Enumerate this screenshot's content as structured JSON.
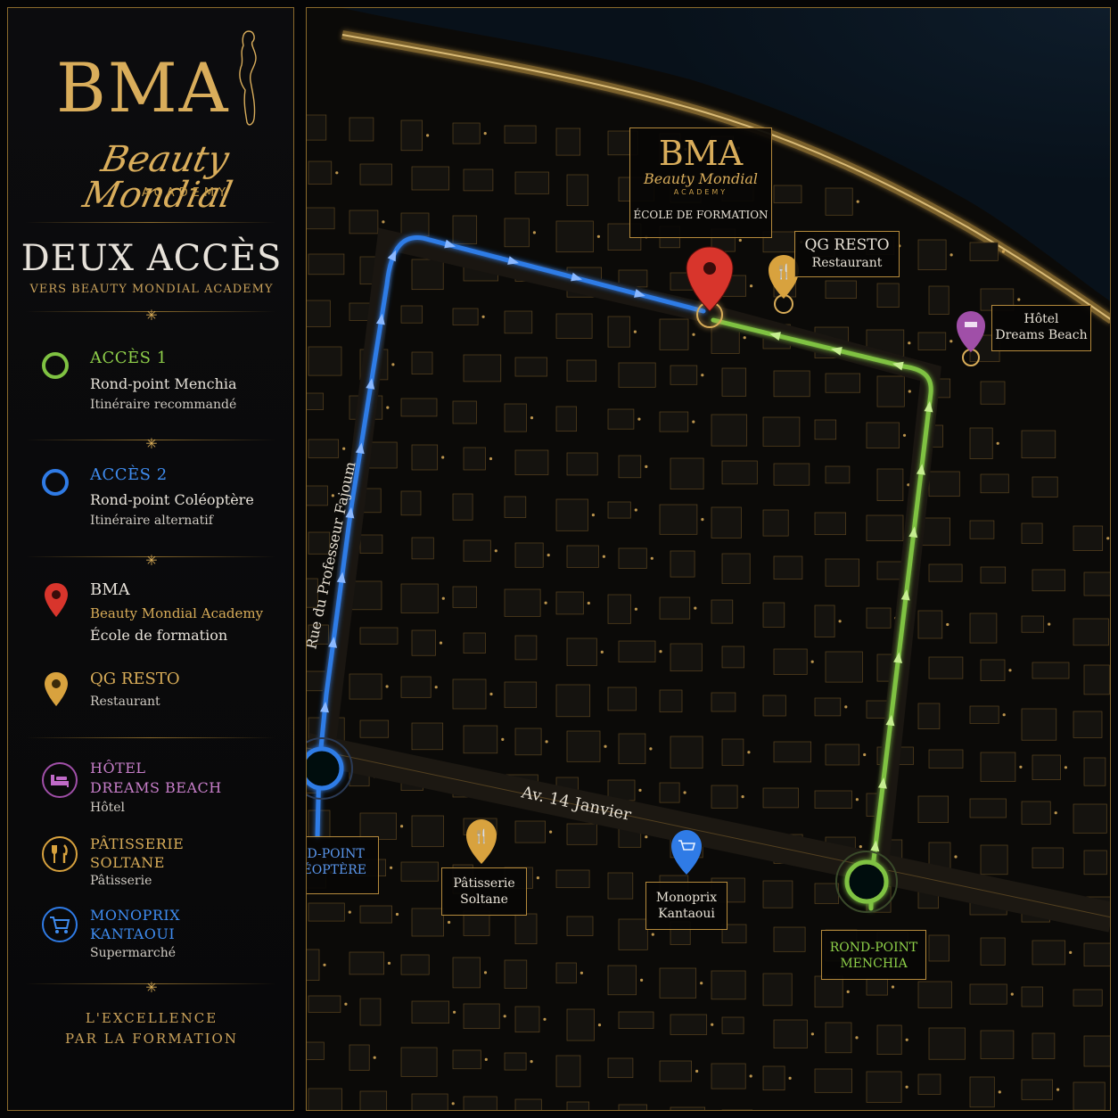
{
  "sidebar": {
    "brand": {
      "mark": "BMA",
      "script": "Beauty Mondial",
      "sub": "ACADEMY"
    },
    "heading": "DEUX ACCÈS",
    "subheading": "VERS BEAUTY MONDIAL ACADEMY",
    "legend": [
      {
        "title": "ACCÈS 1",
        "line1": "Rond-point Menchia",
        "line2": "Itinéraire recommandé",
        "color": "#7fc242"
      },
      {
        "title": "ACCÈS 2",
        "line1": "Rond-point Coléoptère",
        "line2": "Itinéraire alternatif",
        "color": "#2f7be6"
      },
      {
        "title": "BMA",
        "line1": "Beauty Mondial Academy",
        "line2": "École de formation",
        "color": "#d8352c"
      },
      {
        "title": "QG RESTO",
        "line1": "Restaurant",
        "color": "#d8a23e"
      },
      {
        "title1": "HÔTEL",
        "title2": "DREAMS BEACH",
        "line1": "Hôtel",
        "color": "#a04fa8"
      },
      {
        "title1": "PÂTISSERIE",
        "title2": "SOLTANE",
        "line1": "Pâtisserie",
        "color": "#d8a23e"
      },
      {
        "title1": "MONOPRIX",
        "title2": "KANTAOUI",
        "line1": "Supermarché",
        "color": "#2f7be6"
      }
    ],
    "footer": {
      "line1": "L'EXCELLENCE",
      "line2": "PAR LA FORMATION"
    }
  },
  "map": {
    "bma_card": {
      "mark": "BMA",
      "script": "Beauty Mondial",
      "sub": "ACADEMY",
      "caption": "ÉCOLE DE FORMATION"
    },
    "qg_resto": {
      "name": "QG RESTO",
      "type": "Restaurant"
    },
    "hotel": {
      "line1": "Hôtel",
      "line2": "Dreams Beach"
    },
    "rp_coleoptere": {
      "line1": "ROND-POINT",
      "line2": "COLÉOPTÈRE"
    },
    "rp_menchia": {
      "line1": "ROND-POINT",
      "line2": "MENCHIA"
    },
    "patisserie": {
      "line1": "Pâtisserie",
      "line2": "Soltane"
    },
    "monoprix": {
      "line1": "Monoprix",
      "line2": "Kantaoui"
    },
    "street_avenue": "Av. 14 Janvier",
    "street_rue": "Rue du Professeur Fajoum",
    "colors": {
      "route1": "#7fc242",
      "route2": "#2f7be6",
      "gold": "#d8ac58",
      "pin_bma": "#d8352c"
    },
    "icons": [
      "map-pin-icon",
      "fork-knife-icon",
      "bed-icon",
      "cart-icon",
      "star-icon"
    ]
  }
}
